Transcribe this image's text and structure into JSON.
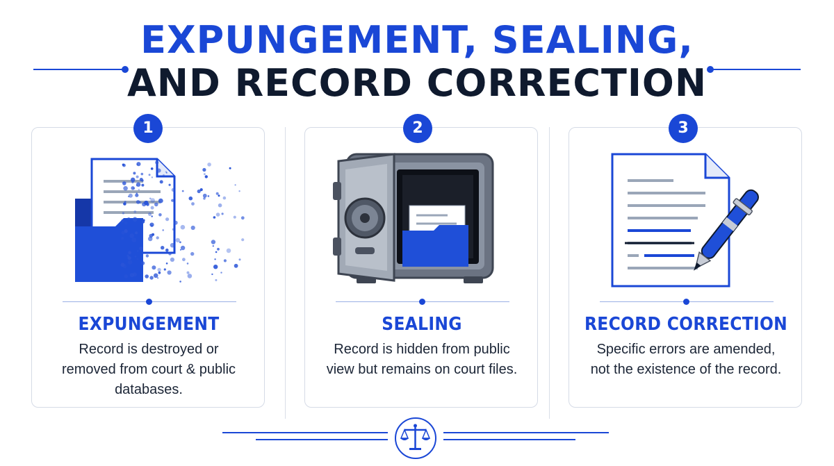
{
  "title": {
    "line1": "EXPUNGEMENT, SEALING,",
    "line2": "AND RECORD CORRECTION"
  },
  "cards": [
    {
      "number": "1",
      "icon": "dissolving-folder-icon",
      "heading": "EXPUNGEMENT",
      "description": "Record is destroyed or removed from court & public databases."
    },
    {
      "number": "2",
      "icon": "safe-with-folder-icon",
      "heading": "SEALING",
      "description": "Record is hidden from public view but remains on court files."
    },
    {
      "number": "3",
      "icon": "document-with-pen-icon",
      "heading": "RECORD CORRECTION",
      "description": "Specific errors are amended, not the existence of the record."
    }
  ],
  "footer": {
    "icon": "scales-of-justice-icon"
  },
  "colors": {
    "accent": "#1a47d6",
    "dark": "#0f1a2e",
    "border": "#d5dbe6"
  }
}
